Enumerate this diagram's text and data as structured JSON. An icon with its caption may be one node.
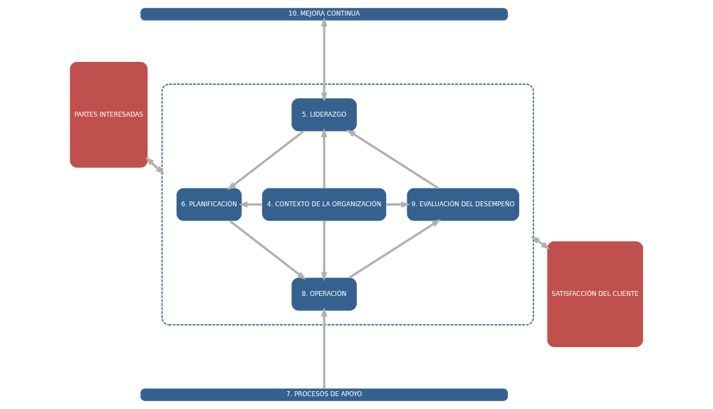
{
  "diagram": {
    "nodes": [
      {
        "text": [
          "10. MEJORA CONTINUA"
        ]
      },
      {
        "text": [
          "PARTES INTERESADAS"
        ]
      },
      {
        "text": [],
        "shape": "box"
      },
      {
        "text": [
          "5. LIDERAZGO"
        ],
        "in": 2
      },
      {
        "text": [
          "6. PLANIFICACIÓN"
        ],
        "in": 2
      },
      {
        "text": [
          "4. CONTEXTO DE LA ORGANIZACIÓN"
        ],
        "in": 2
      },
      {
        "text": [
          "9. EVALUACIÓN DEL DESEMPEÑO"
        ],
        "in": 2
      },
      {
        "text": [
          "8. OPERACIÓN"
        ],
        "in": 2
      },
      {
        "text": [
          "SATISFACCIÓN DEL CLIENTE"
        ]
      },
      {
        "text": [
          "7. PROCESOS DE APOYO"
        ]
      }
    ],
    "edges": [
      {
        "from": 0,
        "to": 3,
        "arrow": "both"
      },
      {
        "from": 1,
        "to": 2,
        "arrow": "both"
      },
      {
        "from": 2,
        "to": 8,
        "arrow": "both"
      },
      {
        "from": 9,
        "to": 7,
        "arrow": "to"
      },
      {
        "from": 5,
        "to": 3,
        "arrow": "to"
      },
      {
        "from": 5,
        "to": 4,
        "arrow": "to"
      },
      {
        "from": 5,
        "to": 6,
        "arrow": "to"
      },
      {
        "from": 5,
        "to": 7,
        "arrow": "to"
      },
      {
        "from": 3,
        "to": 4,
        "arrow": "to"
      },
      {
        "from": 4,
        "to": 7,
        "arrow": "to"
      },
      {
        "from": 7,
        "to": 6,
        "arrow": "to"
      },
      {
        "from": 6,
        "to": 3,
        "arrow": "to"
      }
    ]
  }
}
